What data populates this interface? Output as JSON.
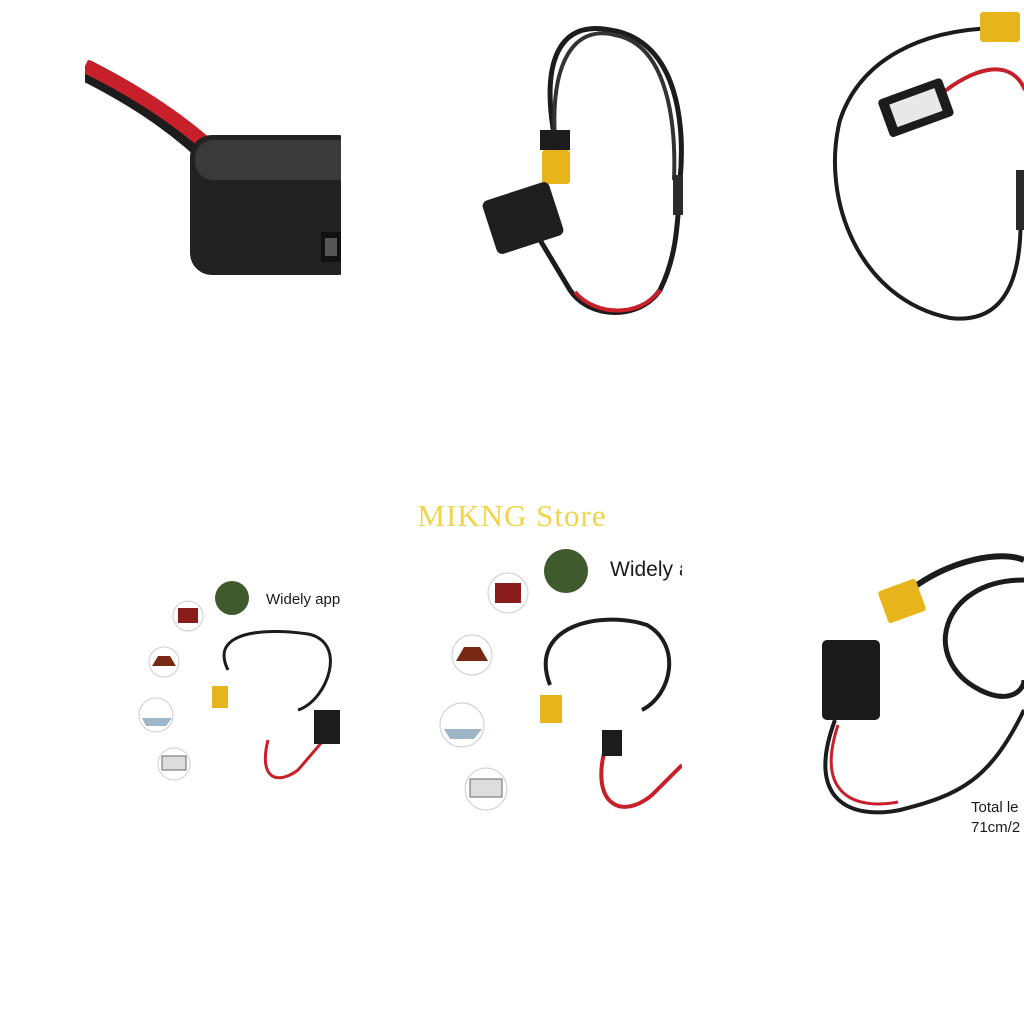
{
  "store": {
    "watermark": "MIKNG Store"
  },
  "tiles": {
    "scenes_small": {
      "caption": "Widely app"
    },
    "scenes_large": {
      "caption": "Widely a"
    },
    "length_photo": {
      "caption_line1": "Total le",
      "caption_line2": "71cm/2"
    }
  },
  "icons": [
    "power-station-icon",
    "motorcycle-icon",
    "boat-icon",
    "rv-icon",
    "camping-icon"
  ],
  "colors": {
    "cable_black": "#1c1c1c",
    "cable_red": "#c8202a",
    "xt60_yellow": "#e8b41c",
    "watermark": "#f2d44a"
  }
}
